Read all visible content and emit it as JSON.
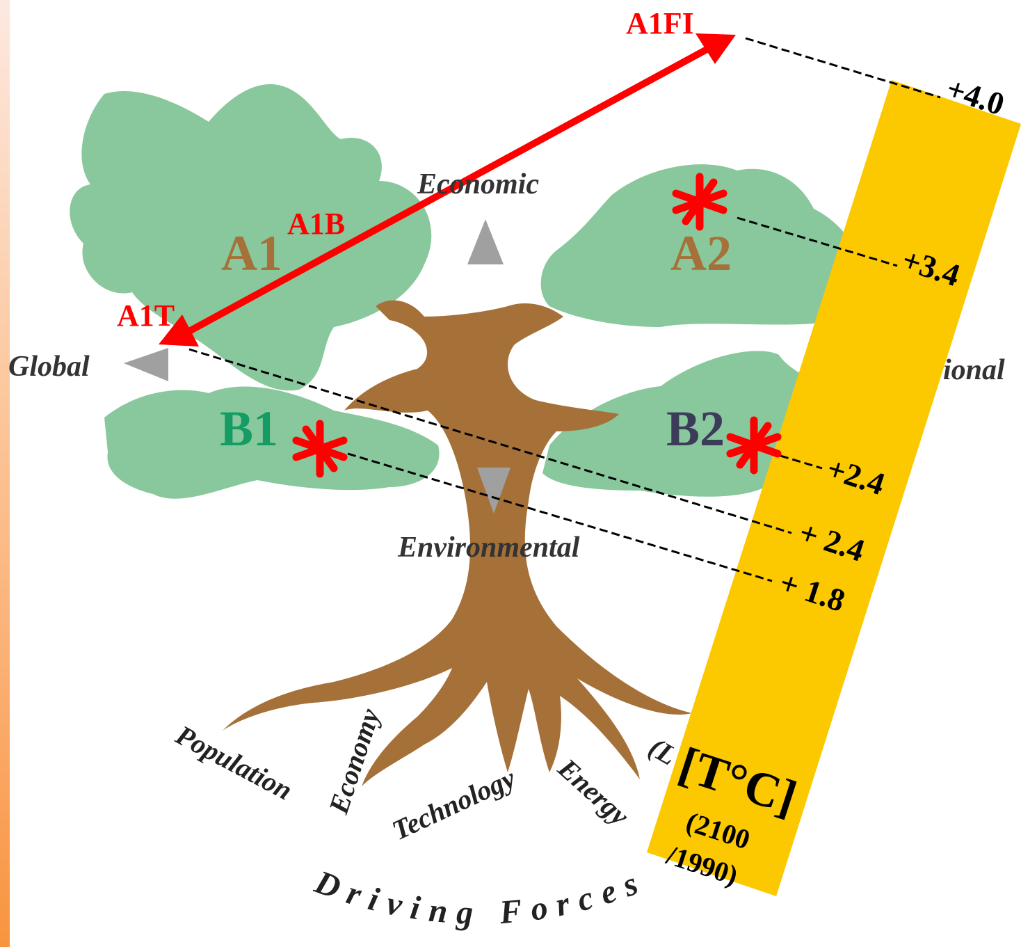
{
  "scenario_labels": {
    "a1fi": "A1FI",
    "a1b": "A1B",
    "a1t": "A1T",
    "a1": "A1",
    "a2": "A2",
    "b1": "B1",
    "b2": "B2"
  },
  "axis_labels": {
    "economic": "Economic",
    "environmental": "Environmental",
    "global": "Global",
    "regional": "ional"
  },
  "temperature_values": {
    "a1fi": "+4.0",
    "a2": "+3.4",
    "b2": "+2.4",
    "a1t": "+ 2.4",
    "b1": "+ 1.8"
  },
  "temperature_bar": {
    "unit": "[T°C]",
    "period_line1": "(2100",
    "period_line2": "/1990)"
  },
  "roots": {
    "population": "Population",
    "economy": "Economy",
    "technology": "Technology",
    "energy": "Energy",
    "land_use_partial": "(L"
  },
  "driving_forces": "Driving Forces",
  "colors": {
    "canopy": "#88c89c",
    "trunk": "#a57139",
    "temperature_bar": "#fcc800",
    "arrow": "#ff0000",
    "star": "#ff0000",
    "a1_label": "#a57139",
    "b1_label": "#149c64",
    "b2_label": "#3c3c5a",
    "triangle": "#a0a0a0"
  }
}
